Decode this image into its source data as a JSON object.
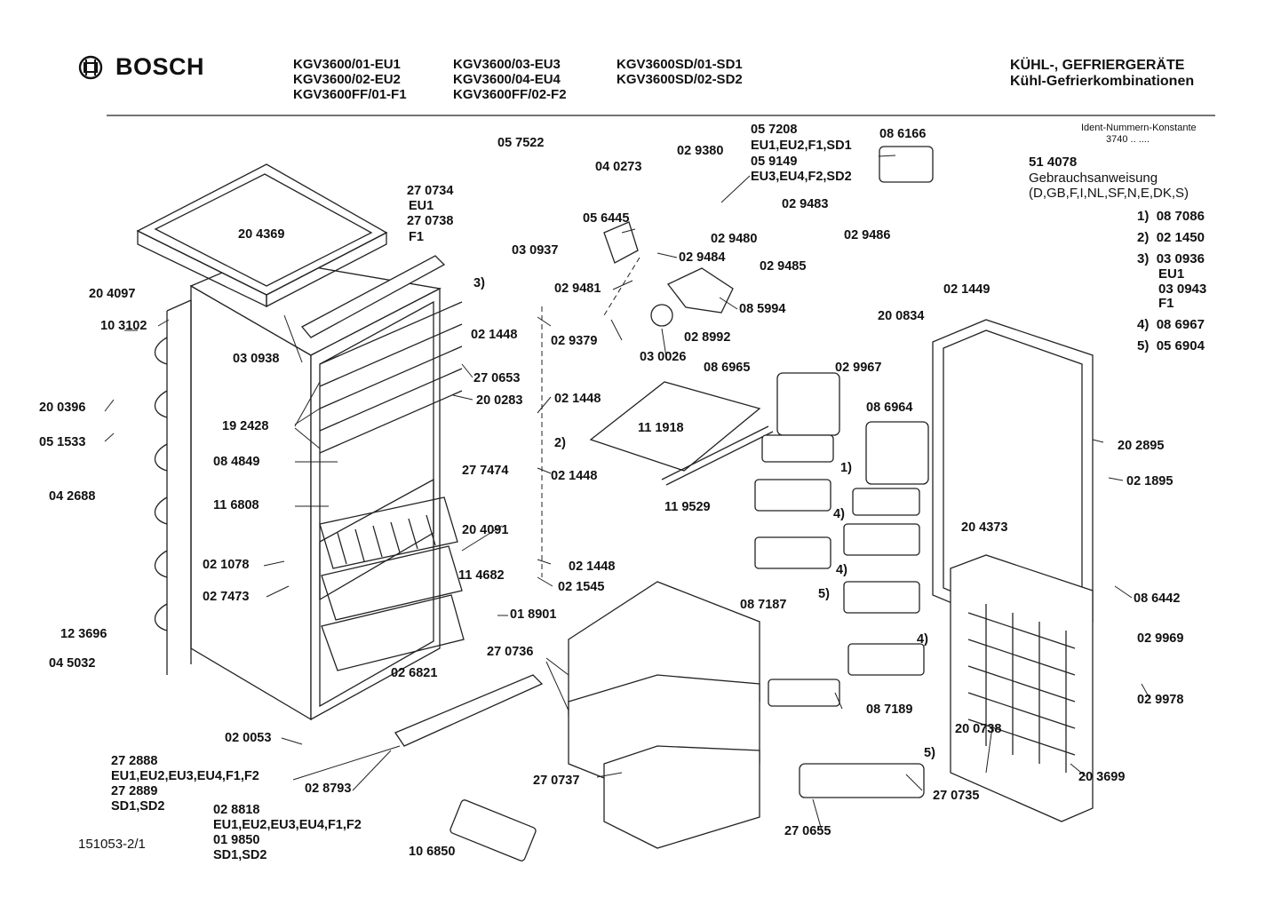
{
  "header": {
    "brand": "BOSCH",
    "models": {
      "col1": [
        "KGV3600/01-EU1",
        "KGV3600/02-EU2",
        "KGV3600FF/01-F1"
      ],
      "col2": [
        "KGV3600/03-EU3",
        "KGV3600/04-EU4",
        "KGV3600FF/02-F2"
      ],
      "col3": [
        "KGV3600SD/01-SD1",
        "KGV3600SD/02-SD2"
      ]
    },
    "category": [
      "KÜHL-, GEFRIERGERÄTE",
      "Kühl-Gefrierkombinationen"
    ]
  },
  "ident": {
    "label": "Ident-Nummern-Konstante",
    "value": "3740 .. ...."
  },
  "manual": {
    "number": "51 4078",
    "title": "Gebrauchsanweisung",
    "languages": "(D,GB,F,I,NL,SF,N,E,DK,S)"
  },
  "footnotes": [
    {
      "key": "1)",
      "lines": [
        "08 7086"
      ]
    },
    {
      "key": "2)",
      "lines": [
        "02 1450"
      ]
    },
    {
      "key": "3)",
      "lines": [
        "03 0936",
        "EU1",
        "03 0943",
        "F1"
      ]
    },
    {
      "key": "4)",
      "lines": [
        "08 6967"
      ]
    },
    {
      "key": "5)",
      "lines": [
        "05 6904"
      ]
    }
  ],
  "drawing_number": "151053-2/1",
  "parts": [
    {
      "text": "20 4369"
    },
    {
      "text": "20 4097"
    },
    {
      "text": "10 3102"
    },
    {
      "text": "20 0396"
    },
    {
      "text": "05 1533"
    },
    {
      "text": "04 2688"
    },
    {
      "text": "12 3696"
    },
    {
      "text": "04 5032"
    },
    {
      "text": "03 0938"
    },
    {
      "text": "19 2428"
    },
    {
      "text": "08 4849"
    },
    {
      "text": "11 6808"
    },
    {
      "text": "02 1078"
    },
    {
      "text": "02 7473"
    },
    {
      "text": "02 0053"
    },
    {
      "text": "27 0734"
    },
    {
      "text": "EU1"
    },
    {
      "text": "27 0738"
    },
    {
      "text": "F1"
    },
    {
      "text": "3)"
    },
    {
      "text": "27 0653"
    },
    {
      "text": "20 0283"
    },
    {
      "text": "27 7474"
    },
    {
      "text": "20 4091"
    },
    {
      "text": "11 4682"
    },
    {
      "text": "01 8901"
    },
    {
      "text": "02 6821"
    },
    {
      "text": "02 8793"
    },
    {
      "text": "27 2888"
    },
    {
      "text": "EU1,EU2,EU3,EU4,F1,F2"
    },
    {
      "text": "27 2889"
    },
    {
      "text": "SD1,SD2"
    },
    {
      "text": "02 8818"
    },
    {
      "text": "EU1,EU2,EU3,EU4,F1,F2"
    },
    {
      "text": "01 9850"
    },
    {
      "text": "SD1,SD2"
    },
    {
      "text": "10 6850"
    },
    {
      "text": "05 7522"
    },
    {
      "text": "03 0937"
    },
    {
      "text": "04 0273"
    },
    {
      "text": "02 9380"
    },
    {
      "text": "05 6445"
    },
    {
      "text": "02 9484"
    },
    {
      "text": "02 9481"
    },
    {
      "text": "02 1448"
    },
    {
      "text": "02 9379"
    },
    {
      "text": "03 0026"
    },
    {
      "text": "02 8992"
    },
    {
      "text": "08 5994"
    },
    {
      "text": "05 7208"
    },
    {
      "text": "EU1,EU2,F1,SD1"
    },
    {
      "text": "05 9149"
    },
    {
      "text": "EU3,EU4,F2,SD2"
    },
    {
      "text": "08 6166"
    },
    {
      "text": "02 9483"
    },
    {
      "text": "02 9480"
    },
    {
      "text": "02 9486"
    },
    {
      "text": "02 9485"
    },
    {
      "text": "02 1448"
    },
    {
      "text": "2)"
    },
    {
      "text": "02 1448"
    },
    {
      "text": "02 1448"
    },
    {
      "text": "02 1545"
    },
    {
      "text": "11 1918"
    },
    {
      "text": "11 9529"
    },
    {
      "text": "08 6965"
    },
    {
      "text": "02 9967"
    },
    {
      "text": "08 6964"
    },
    {
      "text": "1)"
    },
    {
      "text": "4)"
    },
    {
      "text": "4)"
    },
    {
      "text": "5)"
    },
    {
      "text": "4)"
    },
    {
      "text": "08 7187"
    },
    {
      "text": "08 7189"
    },
    {
      "text": "27 0736"
    },
    {
      "text": "27 0737"
    },
    {
      "text": "5)"
    },
    {
      "text": "27 0735"
    },
    {
      "text": "27 0655"
    },
    {
      "text": "02 1449"
    },
    {
      "text": "20 0834"
    },
    {
      "text": "20 2895"
    },
    {
      "text": "02 1895"
    },
    {
      "text": "20 4373"
    },
    {
      "text": "08 6442"
    },
    {
      "text": "02 9969"
    },
    {
      "text": "02 9978"
    },
    {
      "text": "20 0738"
    },
    {
      "text": "20 3699"
    }
  ]
}
